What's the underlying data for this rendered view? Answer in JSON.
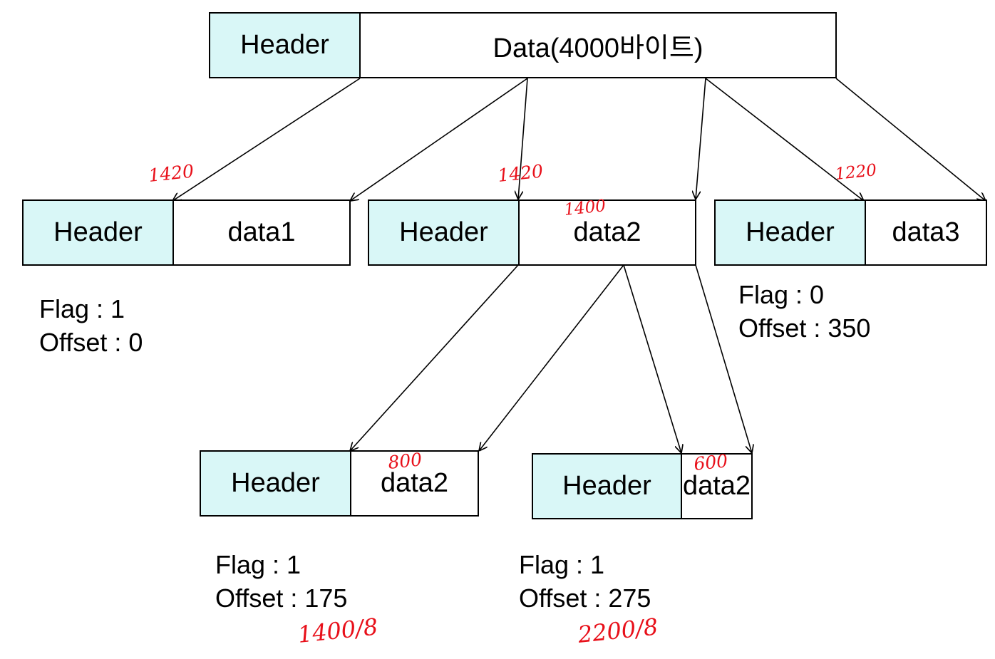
{
  "diagram": {
    "original": {
      "header": "Header",
      "data": "Data(4000바이트)"
    },
    "level1": [
      {
        "header": "Header",
        "data": "data1",
        "flag": "Flag : 1",
        "offset": "Offset : 0",
        "note": "1420"
      },
      {
        "header": "Header",
        "data": "data2",
        "note_left": "1420",
        "note_data": "1400"
      },
      {
        "header": "Header",
        "data": "data3",
        "flag": "Flag : 0",
        "offset": "Offset : 350",
        "note": "1220"
      }
    ],
    "level2": [
      {
        "header": "Header",
        "data": "data2",
        "flag": "Flag : 1",
        "offset": "Offset : 175",
        "note_data": "800",
        "calc": "1400/8"
      },
      {
        "header": "Header",
        "data": "data2",
        "flag": "Flag : 1",
        "offset": "Offset : 275",
        "note_data": "600",
        "calc": "2200/8"
      }
    ],
    "colors": {
      "header_fill": "#d9f7f7",
      "annotation": "#e8101a",
      "line": "#000000"
    }
  }
}
